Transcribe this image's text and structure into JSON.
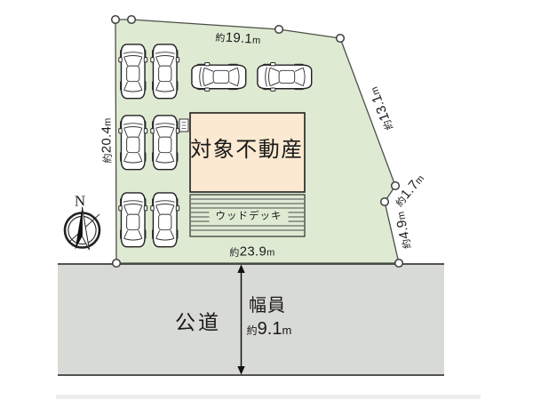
{
  "colors": {
    "plot_fill": "#dfead3",
    "plot_stroke": "#4a4f46",
    "road_fill": "#d8dad6",
    "road_stroke": "#3c3c3c",
    "building_fill": "#fbe9d2",
    "building_stroke": "#1f1f1f",
    "marker_fill": "#ffffff",
    "text_color": "#1a1a1a"
  },
  "compass": {
    "north_label": "N"
  },
  "site": {
    "building_label": "対象不動産",
    "deck_label": "ウッドデッキ"
  },
  "road": {
    "name": "公道",
    "width_title": "幅員",
    "width": {
      "prefix": "約",
      "value": "9.1",
      "unit": "m"
    }
  },
  "dimensions": {
    "top": {
      "prefix": "約",
      "value": "19.1",
      "unit": "m"
    },
    "left": {
      "prefix": "約",
      "value": "20.4",
      "unit": "m"
    },
    "bottom": {
      "prefix": "約",
      "value": "23.9",
      "unit": "m"
    },
    "right_upper": {
      "prefix": "約",
      "value": "13.1",
      "unit": "m"
    },
    "right_mid": {
      "prefix": "約",
      "value": "1.7",
      "unit": "m"
    },
    "right_lower": {
      "prefix": "約",
      "value": "4.9",
      "unit": "m"
    }
  }
}
